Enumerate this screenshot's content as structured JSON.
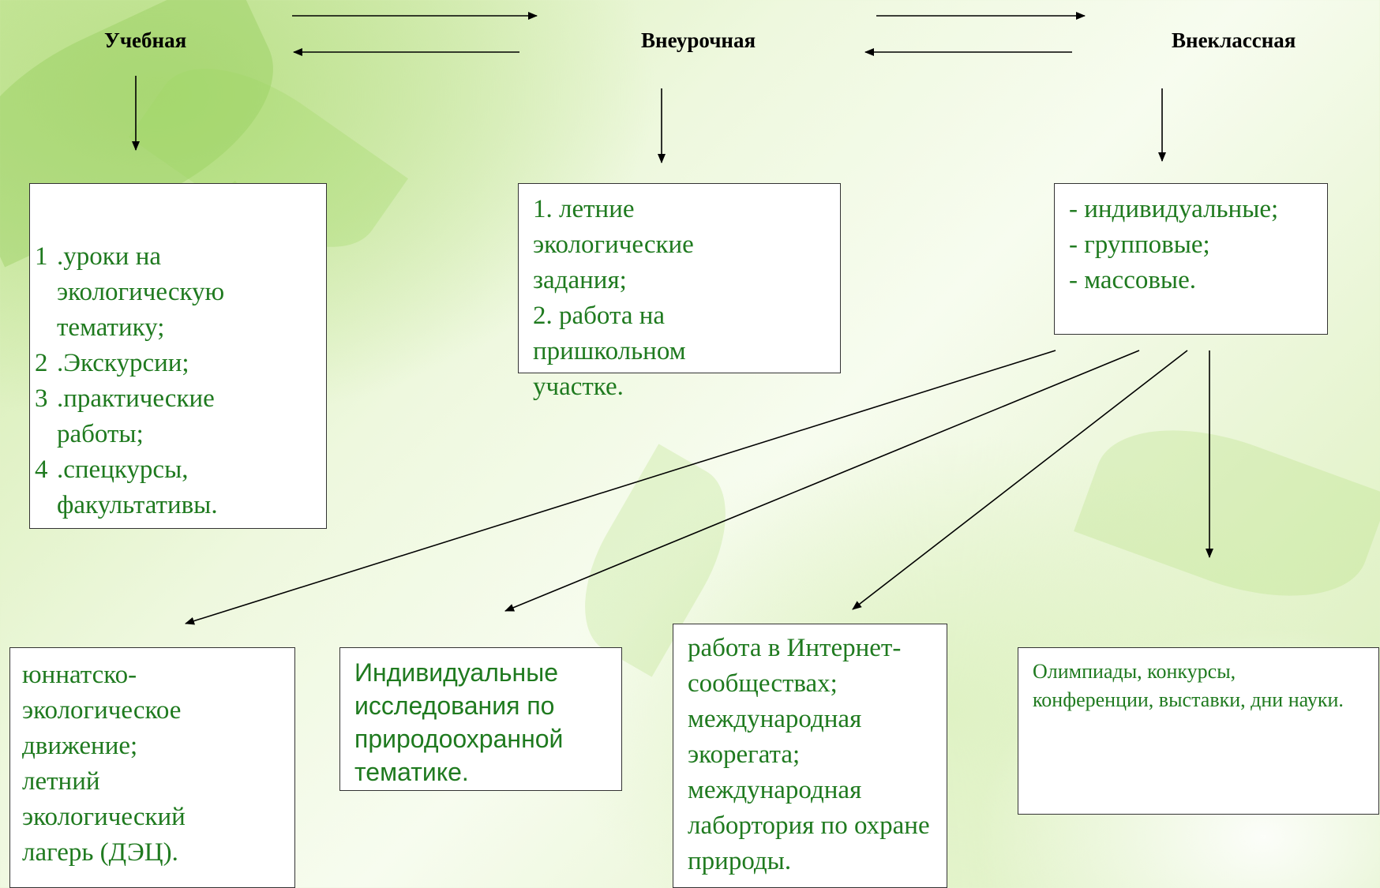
{
  "headers": {
    "left": "Учебная",
    "middle": "Внеурочная",
    "right": "Внеклассная"
  },
  "box_uchebnaya": {
    "items": [
      {
        "num": "1",
        "text": ".уроки на экологическую тематику;"
      },
      {
        "num": "2",
        "text": ".Экскурсии;"
      },
      {
        "num": "3",
        "text": ".практические работы;"
      },
      {
        "num": "4",
        "text": ".спецкурсы, факультативы."
      }
    ]
  },
  "box_vneurochnaya": {
    "text": "1. летние экологические задания;\n2. работа на пришкольном участке."
  },
  "box_vneklassnaya": {
    "lines": [
      "- индивидуальные;",
      "- групповые;",
      "- массовые."
    ]
  },
  "box_unnat": {
    "text": "юннатско-экологическое движение; летний экологический лагерь (ДЭЦ)."
  },
  "box_research": {
    "text": "Индивидуальные исследования по природоохранной тематике."
  },
  "box_internet": {
    "text": "работа в Интернет-сообществах; международная экорегата; международная лабортория по охране природы."
  },
  "box_olympiads": {
    "text": "Олимпиады, конкурсы, конференции, выставки, дни науки."
  },
  "colors": {
    "box_text": "#1f7a1f",
    "arrow": "#000000",
    "border": "#333333"
  }
}
